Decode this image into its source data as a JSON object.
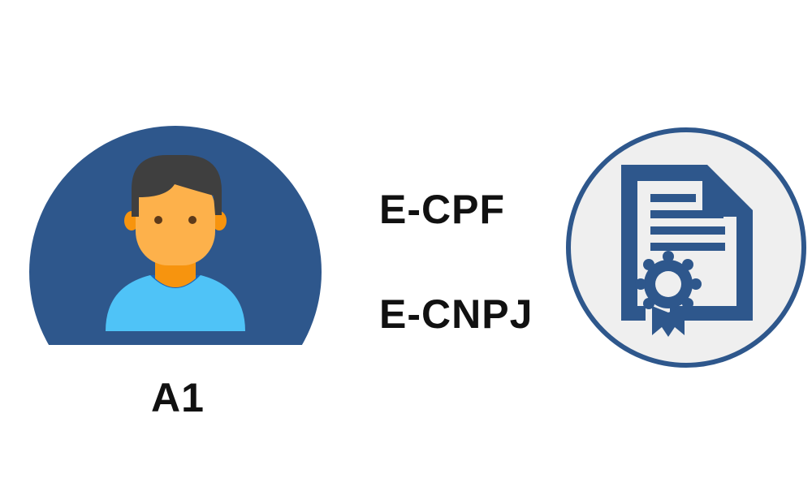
{
  "labels": {
    "a1": "A1",
    "ecpf": "E-CPF",
    "ecnpj": "E-CNPJ"
  },
  "icons": {
    "person": "person-avatar-icon",
    "certificate": "certificate-document-icon"
  },
  "colors": {
    "brand_blue": "#2e578c",
    "certificate_bg": "#efefef",
    "skin": "#fdb14b",
    "hair": "#3f3f3f",
    "shirt": "#4fc3f7",
    "neck": "#f7940e",
    "text": "#111111"
  }
}
